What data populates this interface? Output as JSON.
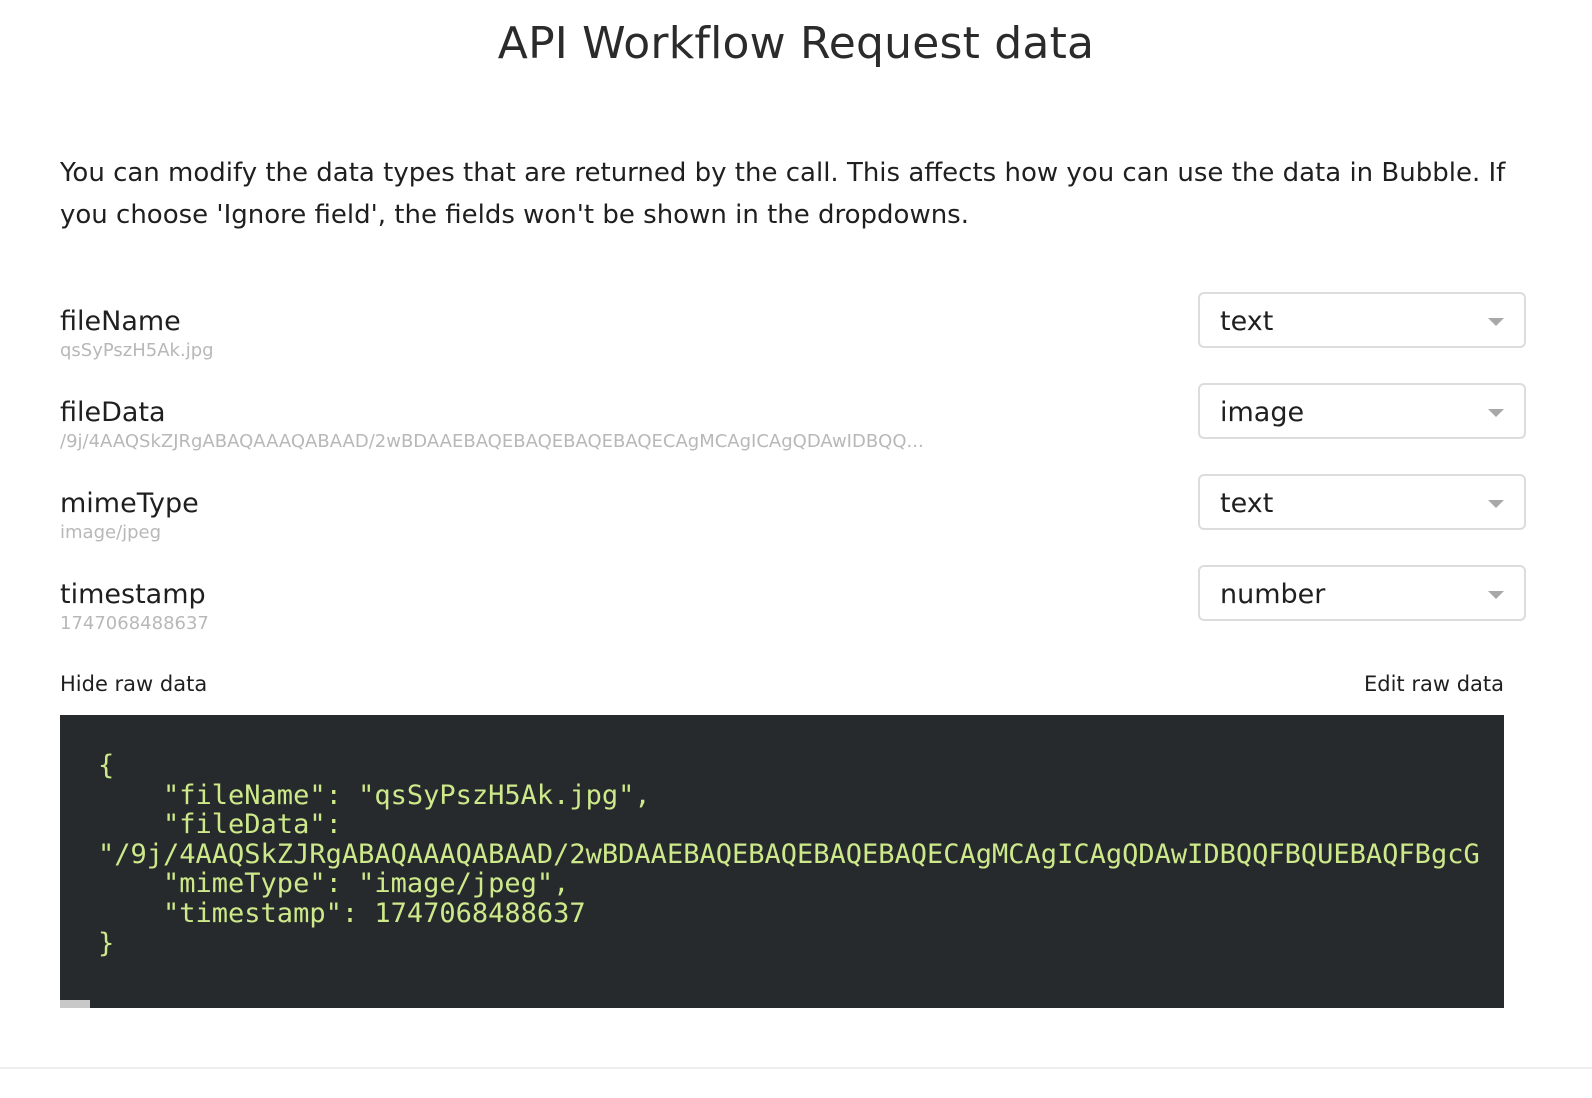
{
  "page": {
    "title": "API Workflow Request data",
    "description": "You can modify the data types that are returned by the call. This affects how you can use the data in Bubble. If you choose 'Ignore field', the fields won't be shown in the dropdowns."
  },
  "fields": [
    {
      "name": "fileName",
      "sample": "qsSyPszH5Ak.jpg",
      "type": "text"
    },
    {
      "name": "fileData",
      "sample": "/9j/4AAQSkZJRgABAQAAAQABAAD/2wBDAAEBAQEBAQEBAQEBAQECAgMCAgICAgQDAwIDBQQ...",
      "type": "image"
    },
    {
      "name": "mimeType",
      "sample": "image/jpeg",
      "type": "text"
    },
    {
      "name": "timestamp",
      "sample": "1747068488637",
      "type": "number"
    }
  ],
  "raw": {
    "hide_label": "Hide raw data",
    "edit_label": "Edit raw data",
    "lines": [
      "{",
      "    \"fileName\": \"qsSyPszH5Ak.jpg\",",
      "    \"fileData\":",
      "\"/9j/4AAQSkZJRgABAQAAAQABAAD/2wBDAAEBAQEBAQEBAQEBAQECAgMCAgICAgQDAwIDBQQFBQUEBAQFBgcG",
      "    \"mimeType\": \"image/jpeg\",",
      "    \"timestamp\": 1747068488637",
      "}"
    ]
  },
  "colors": {
    "code_background": "#272a2d",
    "code_text": "#cde98a",
    "sample_text": "#b8b8b8"
  }
}
